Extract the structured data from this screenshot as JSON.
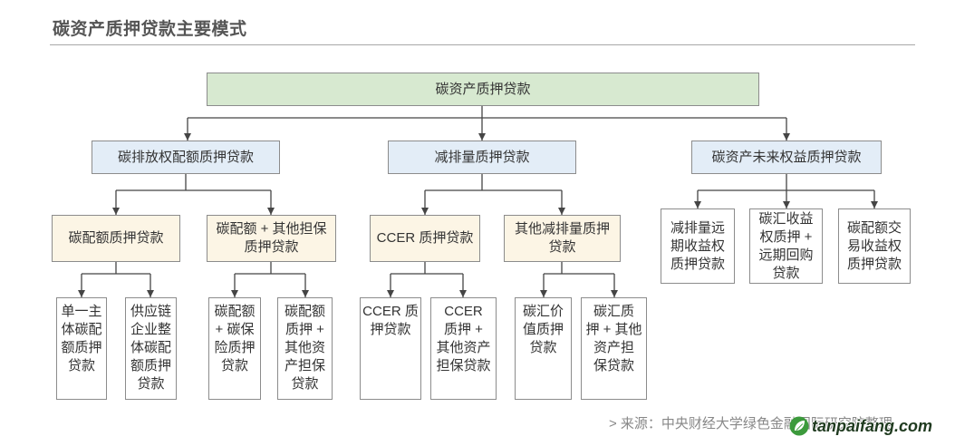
{
  "title": "碳资产质押贷款主要模式",
  "diagram": {
    "root": {
      "label": "碳资产质押贷款"
    },
    "branches": [
      {
        "label": "碳排放权配额质押贷款",
        "children": [
          {
            "label": "碳配额质押贷款",
            "children": [
              {
                "label": "单一主\n体碳配\n额质押\n贷款"
              },
              {
                "label": "供应链\n企业整\n体碳配\n额质押\n贷款"
              }
            ]
          },
          {
            "label": "碳配额 + 其他担保\n质押贷款",
            "children": [
              {
                "label": "碳配额\n+ 碳保\n险质押\n贷款"
              },
              {
                "label": "碳配额\n质押 +\n其他资\n产担保\n贷款"
              }
            ]
          }
        ]
      },
      {
        "label": "减排量质押贷款",
        "children": [
          {
            "label": "CCER 质押贷款",
            "children": [
              {
                "label": "CCER 质\n押贷款"
              },
              {
                "label": "CCER\n质押 +\n其他资产\n担保贷款"
              }
            ]
          },
          {
            "label": "其他减排量质押\n贷款",
            "children": [
              {
                "label": "碳汇价\n值质押\n贷款"
              },
              {
                "label": "碳汇质\n押 + 其他\n资产担\n保贷款"
              }
            ]
          }
        ]
      },
      {
        "label": "碳资产未来权益质押贷款",
        "children": [
          {
            "label": "减排量远\n期收益权\n质押贷款"
          },
          {
            "label": "碳汇收益\n权质押 +\n远期回购\n贷款"
          },
          {
            "label": "碳配额交\n易收益权\n质押贷款"
          }
        ]
      }
    ]
  },
  "source": "> 来源：中央财经大学绿色金融国际研究院整理",
  "watermark": "tanpaifang.com",
  "colors": {
    "root_fill": "#d7e9d0",
    "branch_fill": "#e3edf7",
    "mid_fill": "#fcf5e5",
    "leaf_fill": "#ffffff",
    "border": "#8c8c8c",
    "line": "#454545",
    "logo": "#3c9a3c"
  }
}
